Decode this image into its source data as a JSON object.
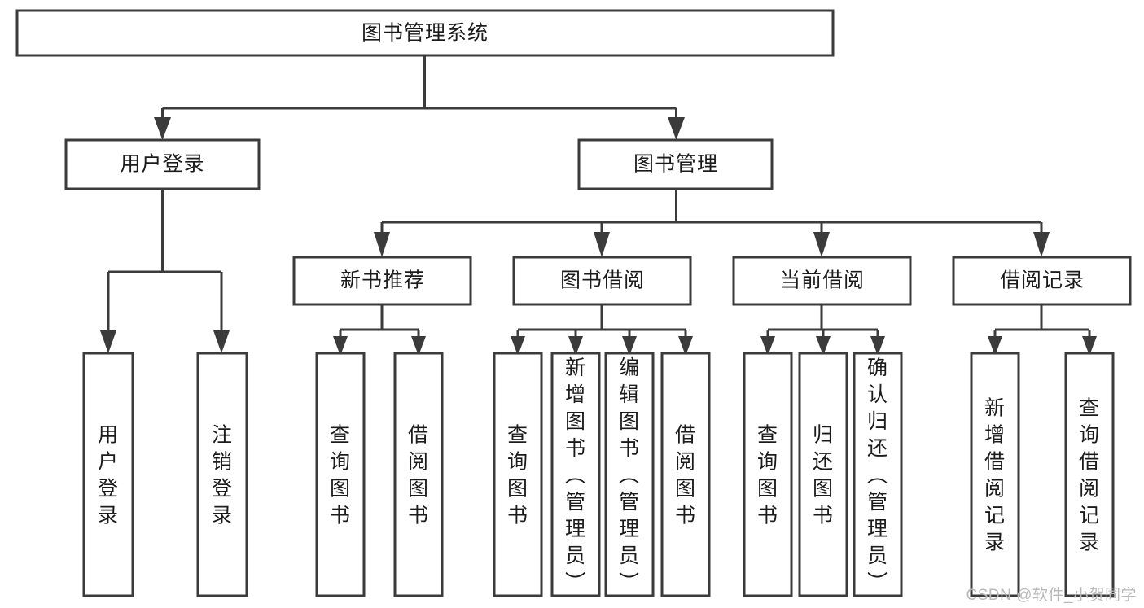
{
  "diagram": {
    "title": "图书管理系统",
    "type": "tree-hierarchy",
    "root": {
      "label": "图书管理系统"
    },
    "level2": [
      {
        "label": "用户登录"
      },
      {
        "label": "图书管理"
      }
    ],
    "level3": [
      {
        "label": "新书推荐"
      },
      {
        "label": "图书借阅"
      },
      {
        "label": "当前借阅"
      },
      {
        "label": "借阅记录"
      }
    ],
    "leaves": {
      "user_login": [
        {
          "label": "用户登录"
        },
        {
          "label": "注销登录"
        }
      ],
      "new_book_recommend": [
        {
          "label": "查询图书"
        },
        {
          "label": "借阅图书"
        }
      ],
      "book_borrow": [
        {
          "label": "查询图书"
        },
        {
          "label": "新增图书（管理员）"
        },
        {
          "label": "编辑图书（管理员）"
        },
        {
          "label": "借阅图书"
        }
      ],
      "current_borrow": [
        {
          "label": "查询图书"
        },
        {
          "label": "归还图书"
        },
        {
          "label": "确认归还（管理员）"
        }
      ],
      "borrow_record": [
        {
          "label": "新增借阅记录"
        },
        {
          "label": "查询借阅记录"
        }
      ]
    }
  },
  "watermark": {
    "text": "CSDN @软件_小贺同学"
  },
  "colors": {
    "box_stroke": "#3b3b3b",
    "box_fill": "#ffffff",
    "text": "#1b1b1b",
    "watermark": "#b9b9b9",
    "background": "#ffffff"
  }
}
